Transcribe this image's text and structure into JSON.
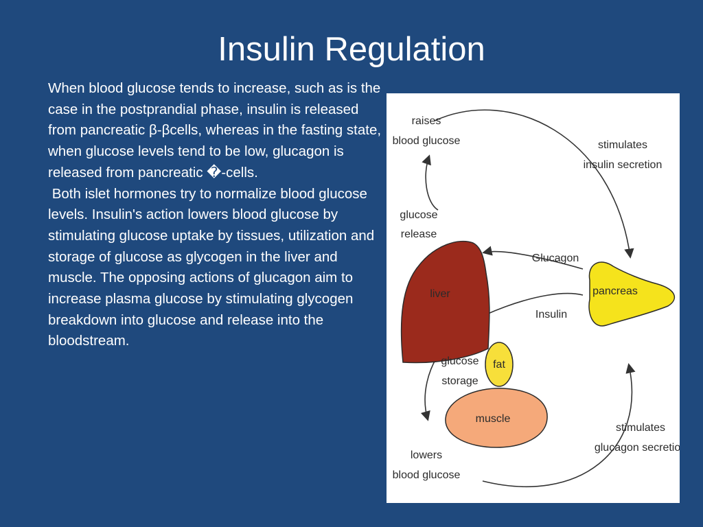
{
  "slide": {
    "title": "Insulin Regulation",
    "paragraph1": "When blood glucose tends to increase, such as is the case in the postprandial phase, insulin is released from pancreatic β-βcells, whereas in the fasting state, when glucose levels tend to be low, glucagon is released from pancreatic �-cells.",
    "paragraph2": " Both islet hormones try to normalize blood glucose levels. Insulin's action lowers blood glucose by stimulating glucose uptake by tissues, utilization and storage of glucose as glycogen in the liver and muscle. The opposing actions of glucagon aim to increase plasma glucose by stimulating glycogen breakdown into glucose and release into the bloodstream."
  },
  "diagram": {
    "labels": {
      "raises_line1": "raises",
      "raises_line2": "blood glucose",
      "stimulates_insulin_line1": "stimulates",
      "stimulates_insulin_line2": "insulin secretion",
      "glucose_release_line1": "glucose",
      "glucose_release_line2": "release",
      "glucagon": "Glucagon",
      "insulin": "Insulin",
      "glucose_storage_line1": "glucose",
      "glucose_storage_line2": "storage",
      "stimulates_glucagon_line1": "stimulates",
      "stimulates_glucagon_line2": "glucagon secretion",
      "lowers_line1": "lowers",
      "lowers_line2": "blood glucose"
    },
    "organs": {
      "liver": "liver",
      "pancreas": "pancreas",
      "fat": "fat",
      "muscle": "muscle"
    },
    "colors": {
      "liver": "#9b2a1c",
      "pancreas": "#f5e31c",
      "fat": "#f7df3a",
      "muscle": "#f5a97a",
      "background": "#1f497d"
    }
  }
}
